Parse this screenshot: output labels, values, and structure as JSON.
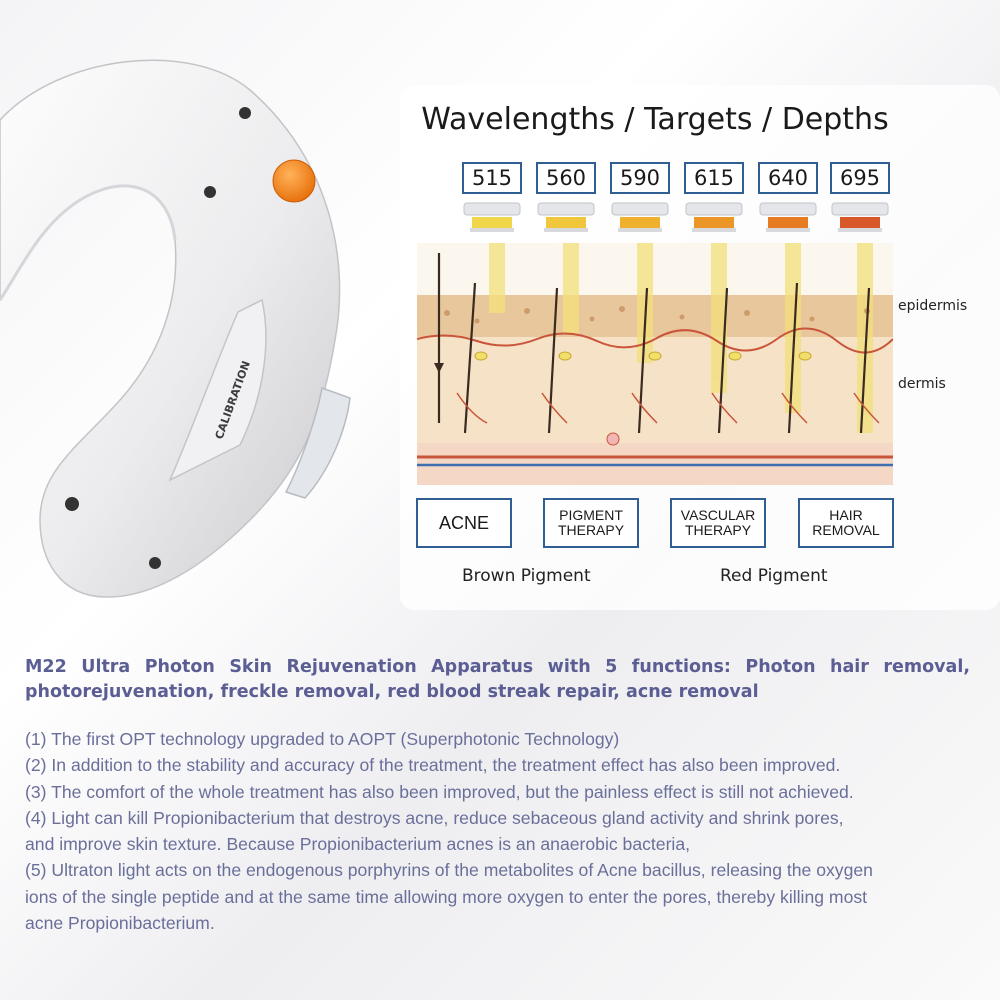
{
  "device": {
    "calibration_label": "CALIBRATION",
    "button_color": "#f07c12"
  },
  "diagram": {
    "title": "Wavelengths / Targets / Depths",
    "wavelengths": [
      "515",
      "560",
      "590",
      "615",
      "640",
      "695"
    ],
    "filter_colors": [
      "#f2d64a",
      "#f0c73a",
      "#efb02e",
      "#ec9628",
      "#e77b22",
      "#d9582a"
    ],
    "layers": {
      "epidermis": "epidermis",
      "dermis": "dermis"
    },
    "functions": [
      {
        "label": "ACNE"
      },
      {
        "label": "PIGMENT\nTHERAPY"
      },
      {
        "label": "VASCULAR\nTHERAPY"
      },
      {
        "label": "HAIR\nREMOVAL"
      }
    ],
    "pigments": [
      "Brown Pigment",
      "Red Pigment"
    ],
    "box_border_color": "#2f5f92"
  },
  "description": {
    "headline": "M22 Ultra Photon Skin Rejuvenation Apparatus with 5 functions: Photon hair removal, photorejuvenation, freckle removal, red blood streak repair, acne removal",
    "headline_color": "#5a5e92",
    "lines": [
      "(1) The first OPT technology upgraded to AOPT (Superphotonic Technology)",
      "(2) In addition to the stability and accuracy of the treatment, the treatment effect has also been improved.",
      "(3) The comfort of the whole treatment has also been improved, but the painless effect is still not achieved.",
      "(4) Light can kill Propionibacterium that destroys acne, reduce sebaceous gland activity and shrink pores,",
      "and improve skin texture. Because Propionibacterium acnes is an anaerobic bacteria,",
      "(5) Ultraton light acts on the endogenous porphyrins of the metabolites of Acne bacillus, releasing the oxygen",
      "ions of the single peptide and at the same time allowing more oxygen to enter the pores, thereby killing most",
      "acne Propionibacterium."
    ]
  }
}
